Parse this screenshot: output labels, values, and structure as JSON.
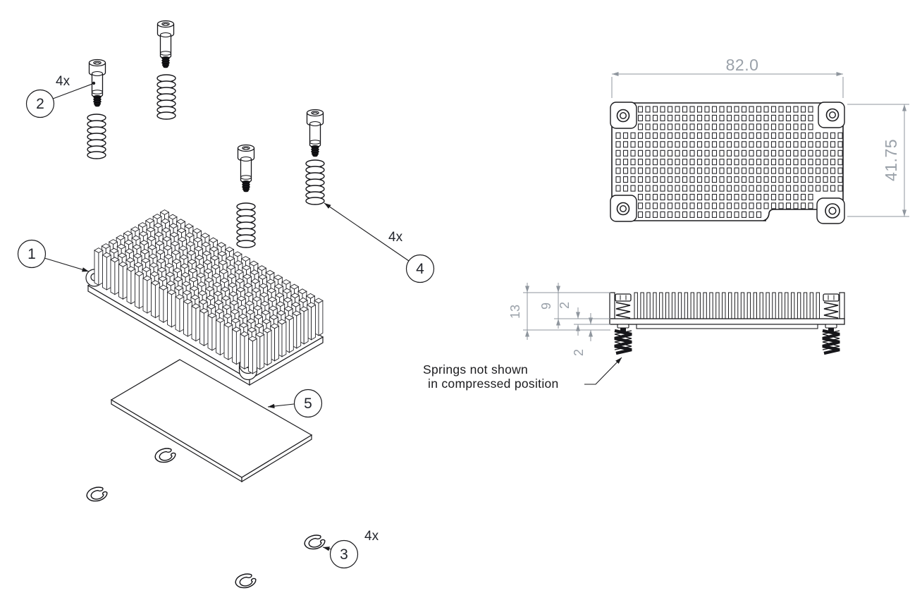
{
  "callouts": {
    "heatsink": {
      "label": "1"
    },
    "screw": {
      "label": "2",
      "qty": "4x"
    },
    "clip": {
      "label": "3",
      "qty": "4x"
    },
    "spring": {
      "label": "4",
      "qty": "4x"
    },
    "pad": {
      "label": "5"
    }
  },
  "dimensions": {
    "top_view": {
      "width": "82.0",
      "height": "41.75"
    },
    "side_view": {
      "overall_height": "13",
      "fin_height": "9",
      "base_thickness": "2",
      "pad_thickness": "2"
    }
  },
  "note": {
    "line1": "Springs not shown",
    "line2": "in compressed position"
  },
  "colors": {
    "line": "#1b1b1e",
    "dimension_gray": "#8f969e",
    "dimension_text": "#9aa1a9",
    "callout_text": "#23262d"
  }
}
